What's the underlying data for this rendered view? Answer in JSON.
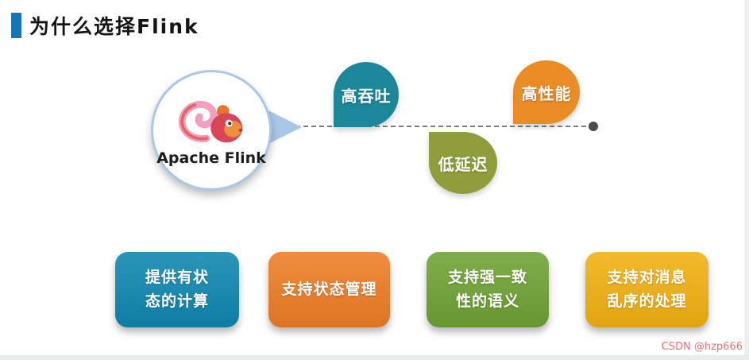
{
  "page": {
    "title": "为什么选择Flink",
    "accent_color": "#1676b4",
    "watermark": "CSDN @hzp666"
  },
  "flink": {
    "label": "Apache Flink"
  },
  "timeline": {
    "pins": [
      {
        "label": "高吞吐",
        "color": "#1b8799",
        "position": "above-line"
      },
      {
        "label": "低延迟",
        "color": "#8f9e3a",
        "position": "below-line"
      },
      {
        "label": "高性能",
        "color": "#ea8c21",
        "position": "above-line"
      }
    ]
  },
  "features": [
    {
      "lines": [
        "提供有状",
        "态的计算"
      ],
      "color": "#0e87b0"
    },
    {
      "lines": [
        "支持状态管理"
      ],
      "color": "#ee7d24"
    },
    {
      "lines": [
        "支持强一致",
        "性的语义"
      ],
      "color": "#6fa233"
    },
    {
      "lines": [
        "支持对消息",
        "乱序的处理"
      ],
      "color": "#f2b111"
    }
  ]
}
